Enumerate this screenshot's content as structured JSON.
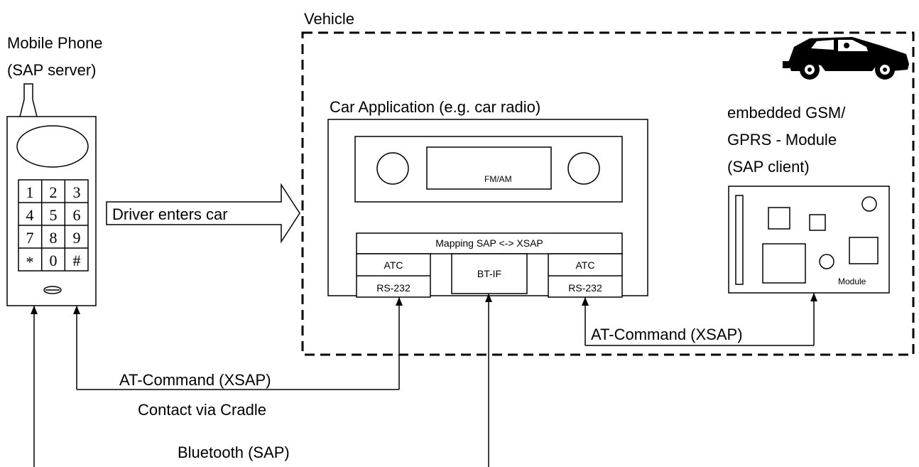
{
  "labels": {
    "vehicle": "Vehicle",
    "phone_line1": "Mobile Phone",
    "phone_line2": "(SAP server)",
    "car_app": "Car Application (e.g. car radio)",
    "gsm_line1": "embedded GSM/",
    "gsm_line2": "GPRS - Module",
    "gsm_line3": "(SAP client)",
    "driver_enters": "Driver enters car",
    "fm_am": "FM/AM",
    "mapping": "Mapping SAP <-> XSAP",
    "atc_left": "ATC",
    "rs232_left": "RS-232",
    "bt_if": "BT-IF",
    "atc_right": "ATC",
    "rs232_right": "RS-232",
    "module": "Module",
    "at_cmd_vehicle": "AT-Command (XSAP)",
    "at_cmd_cradle": "AT-Command (XSAP)",
    "contact_cradle": "Contact via Cradle",
    "bluetooth": "Bluetooth (SAP)"
  },
  "keypad": [
    "1",
    "2",
    "3",
    "4",
    "5",
    "6",
    "7",
    "8",
    "9",
    "*",
    "0",
    "#"
  ],
  "icons": {
    "car": "car-icon",
    "phone": "mobile-phone-icon",
    "radio": "car-radio-icon",
    "module": "gsm-module-icon"
  }
}
